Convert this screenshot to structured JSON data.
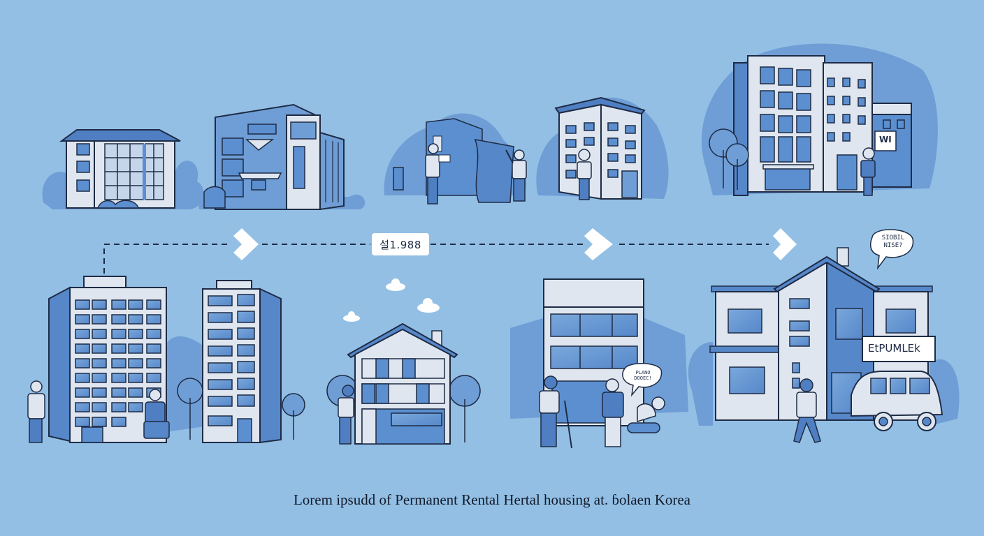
{
  "caption": "Lorem ipsudd of Permanent Rental Hertal housing at. ɓolaen Korea",
  "timeline": {
    "year_label": "설1.988",
    "arrows": [
      "chevron-right",
      "chevron-right",
      "chevron-right"
    ]
  },
  "speech_bubbles": {
    "top_right_line1": "SIOBIL",
    "top_right_line2": "NISE?",
    "middle_line1": "PLANO",
    "middle_line2": "DOOEC!",
    "poster": "WI"
  },
  "signs": {
    "house_sign": "EtPUMLEk"
  },
  "colors": {
    "background": "#93bfe4",
    "building_light": "#dfe6ef",
    "building_mid": "#6f9ed6",
    "building_dark": "#4f7fc2",
    "outline": "#1e2b45",
    "window": "#5b8fd0",
    "label_bg": "#ffffff",
    "caption_text": "#111a2b"
  },
  "scenes": {
    "top": [
      {
        "id": "old-apartment",
        "description": "Old weathered low-rise apartment"
      },
      {
        "id": "old-office",
        "description": "Old mid-rise building with awning"
      },
      {
        "id": "people-ruin",
        "description": "People by a demolished building"
      },
      {
        "id": "small-apartment",
        "description": "Small apartment with resident"
      },
      {
        "id": "modern-complex",
        "description": "Modern apartment complex with resident holding poster"
      }
    ],
    "bottom": [
      {
        "id": "high-rise-towers",
        "description": "Two high-rise rental towers"
      },
      {
        "id": "gable-house",
        "description": "Three-storey house with chimney"
      },
      {
        "id": "commercial-building",
        "description": "Commercial building with elderly residents"
      },
      {
        "id": "family-house",
        "description": "Modern family house with car"
      }
    ]
  }
}
